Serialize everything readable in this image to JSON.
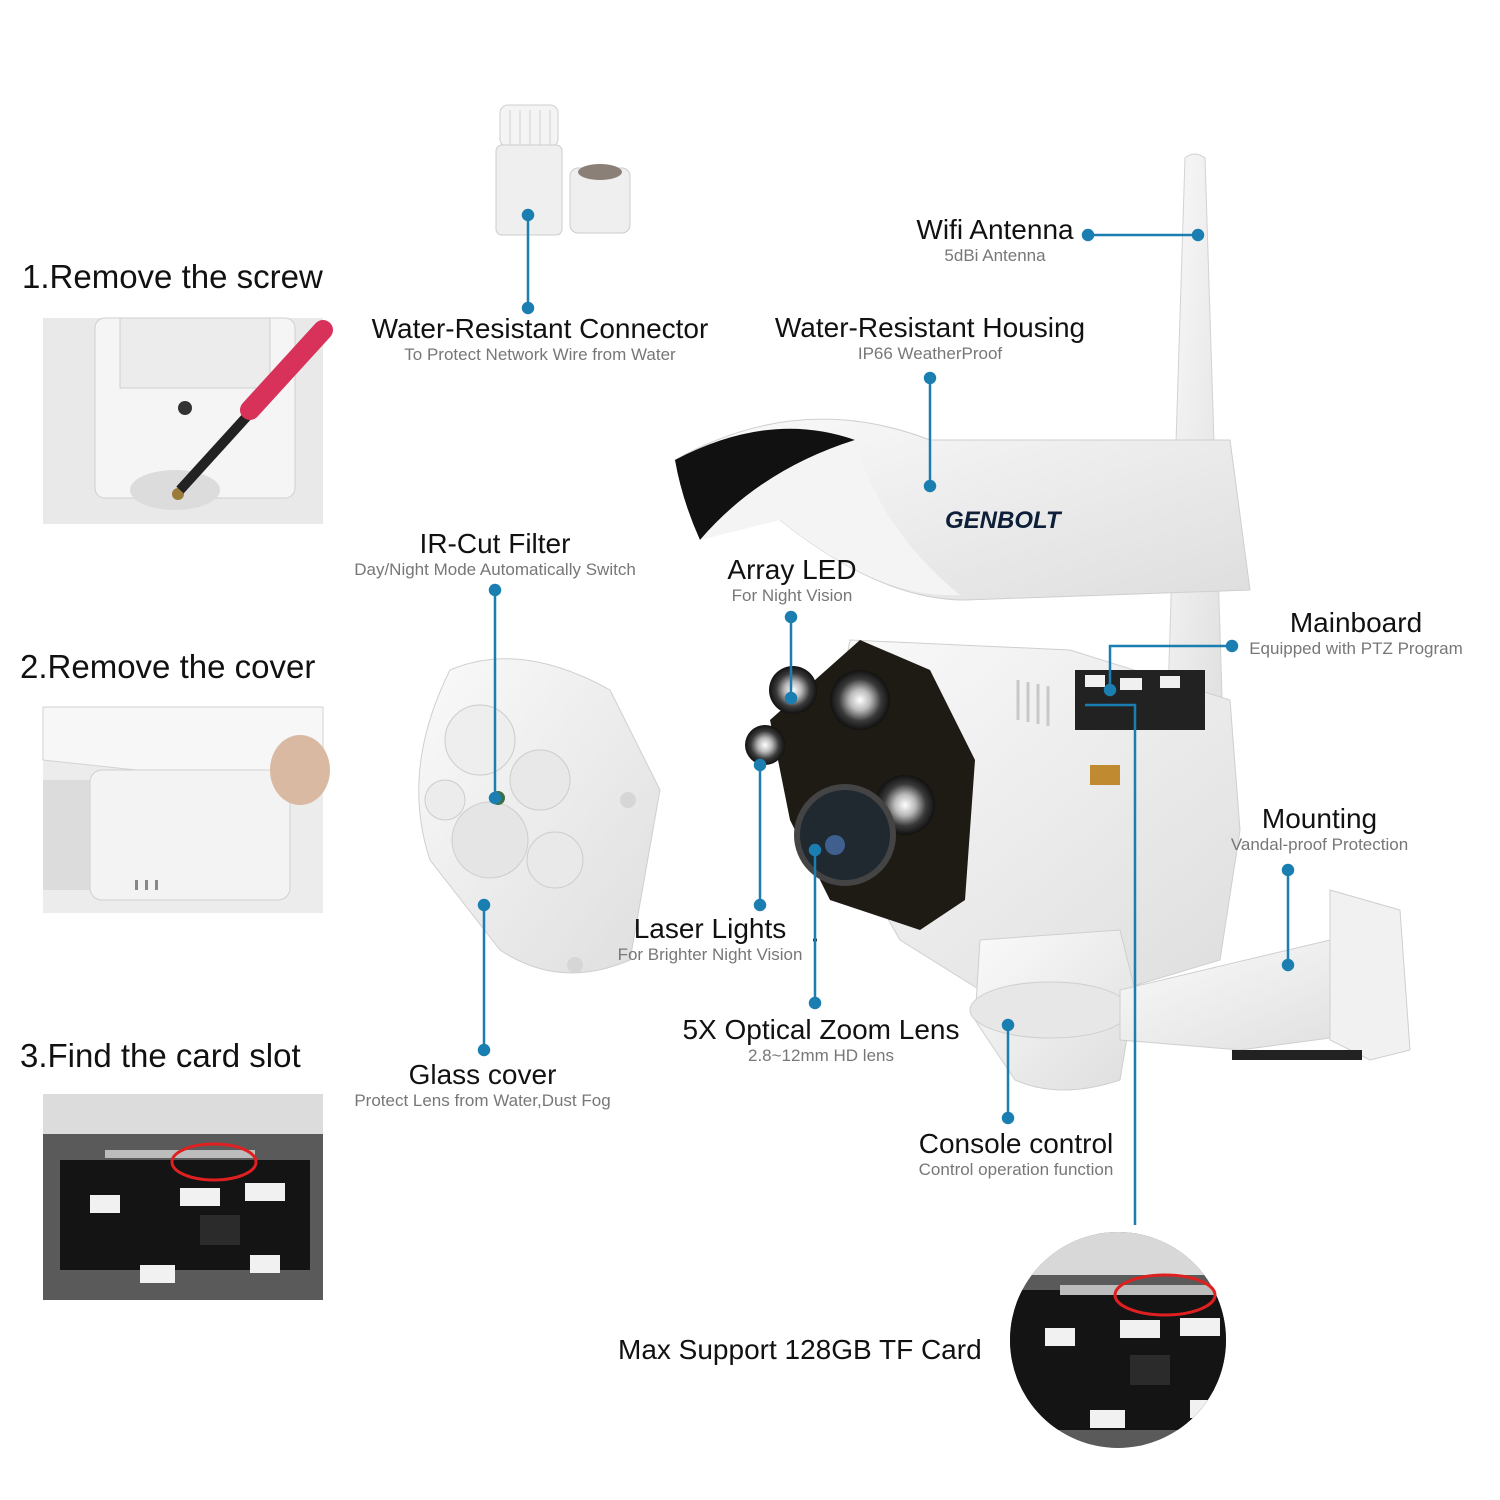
{
  "steps": [
    {
      "title": "1.Remove the screw"
    },
    {
      "title": "2.Remove the cover"
    },
    {
      "title": "3.Find the card slot"
    }
  ],
  "callouts": {
    "wifi": {
      "title": "Wifi Antenna",
      "sub": "5dBi Antenna"
    },
    "connector": {
      "title": "Water-Resistant Connector",
      "sub": "To Protect Network Wire from Water"
    },
    "housing": {
      "title": "Water-Resistant Housing",
      "sub": "IP66 WeatherProof"
    },
    "ircut": {
      "title": "IR-Cut Filter",
      "sub": "Day/Night Mode Automatically Switch"
    },
    "arrayled": {
      "title": "Array LED",
      "sub": "For Night Vision"
    },
    "mainboard": {
      "title": "Mainboard",
      "sub": "Equipped with PTZ Program"
    },
    "mounting": {
      "title": "Mounting",
      "sub": "Vandal-proof Protection"
    },
    "laser": {
      "title": "Laser Lights",
      "sub": "For Brighter Night Vision"
    },
    "zoom": {
      "title": "5X Optical Zoom Lens",
      "sub": "2.8~12mm HD lens"
    },
    "glass": {
      "title": "Glass cover",
      "sub": "Protect Lens from Water,Dust Fog"
    },
    "console": {
      "title": "Console control",
      "sub": "Control operation function"
    },
    "tfcard": {
      "title": "Max Support 128GB TF Card"
    }
  },
  "brand": {
    "logo_text": "GENBOLT"
  },
  "colors": {
    "accent": "#1a7fb0",
    "background": "#ffffff"
  }
}
